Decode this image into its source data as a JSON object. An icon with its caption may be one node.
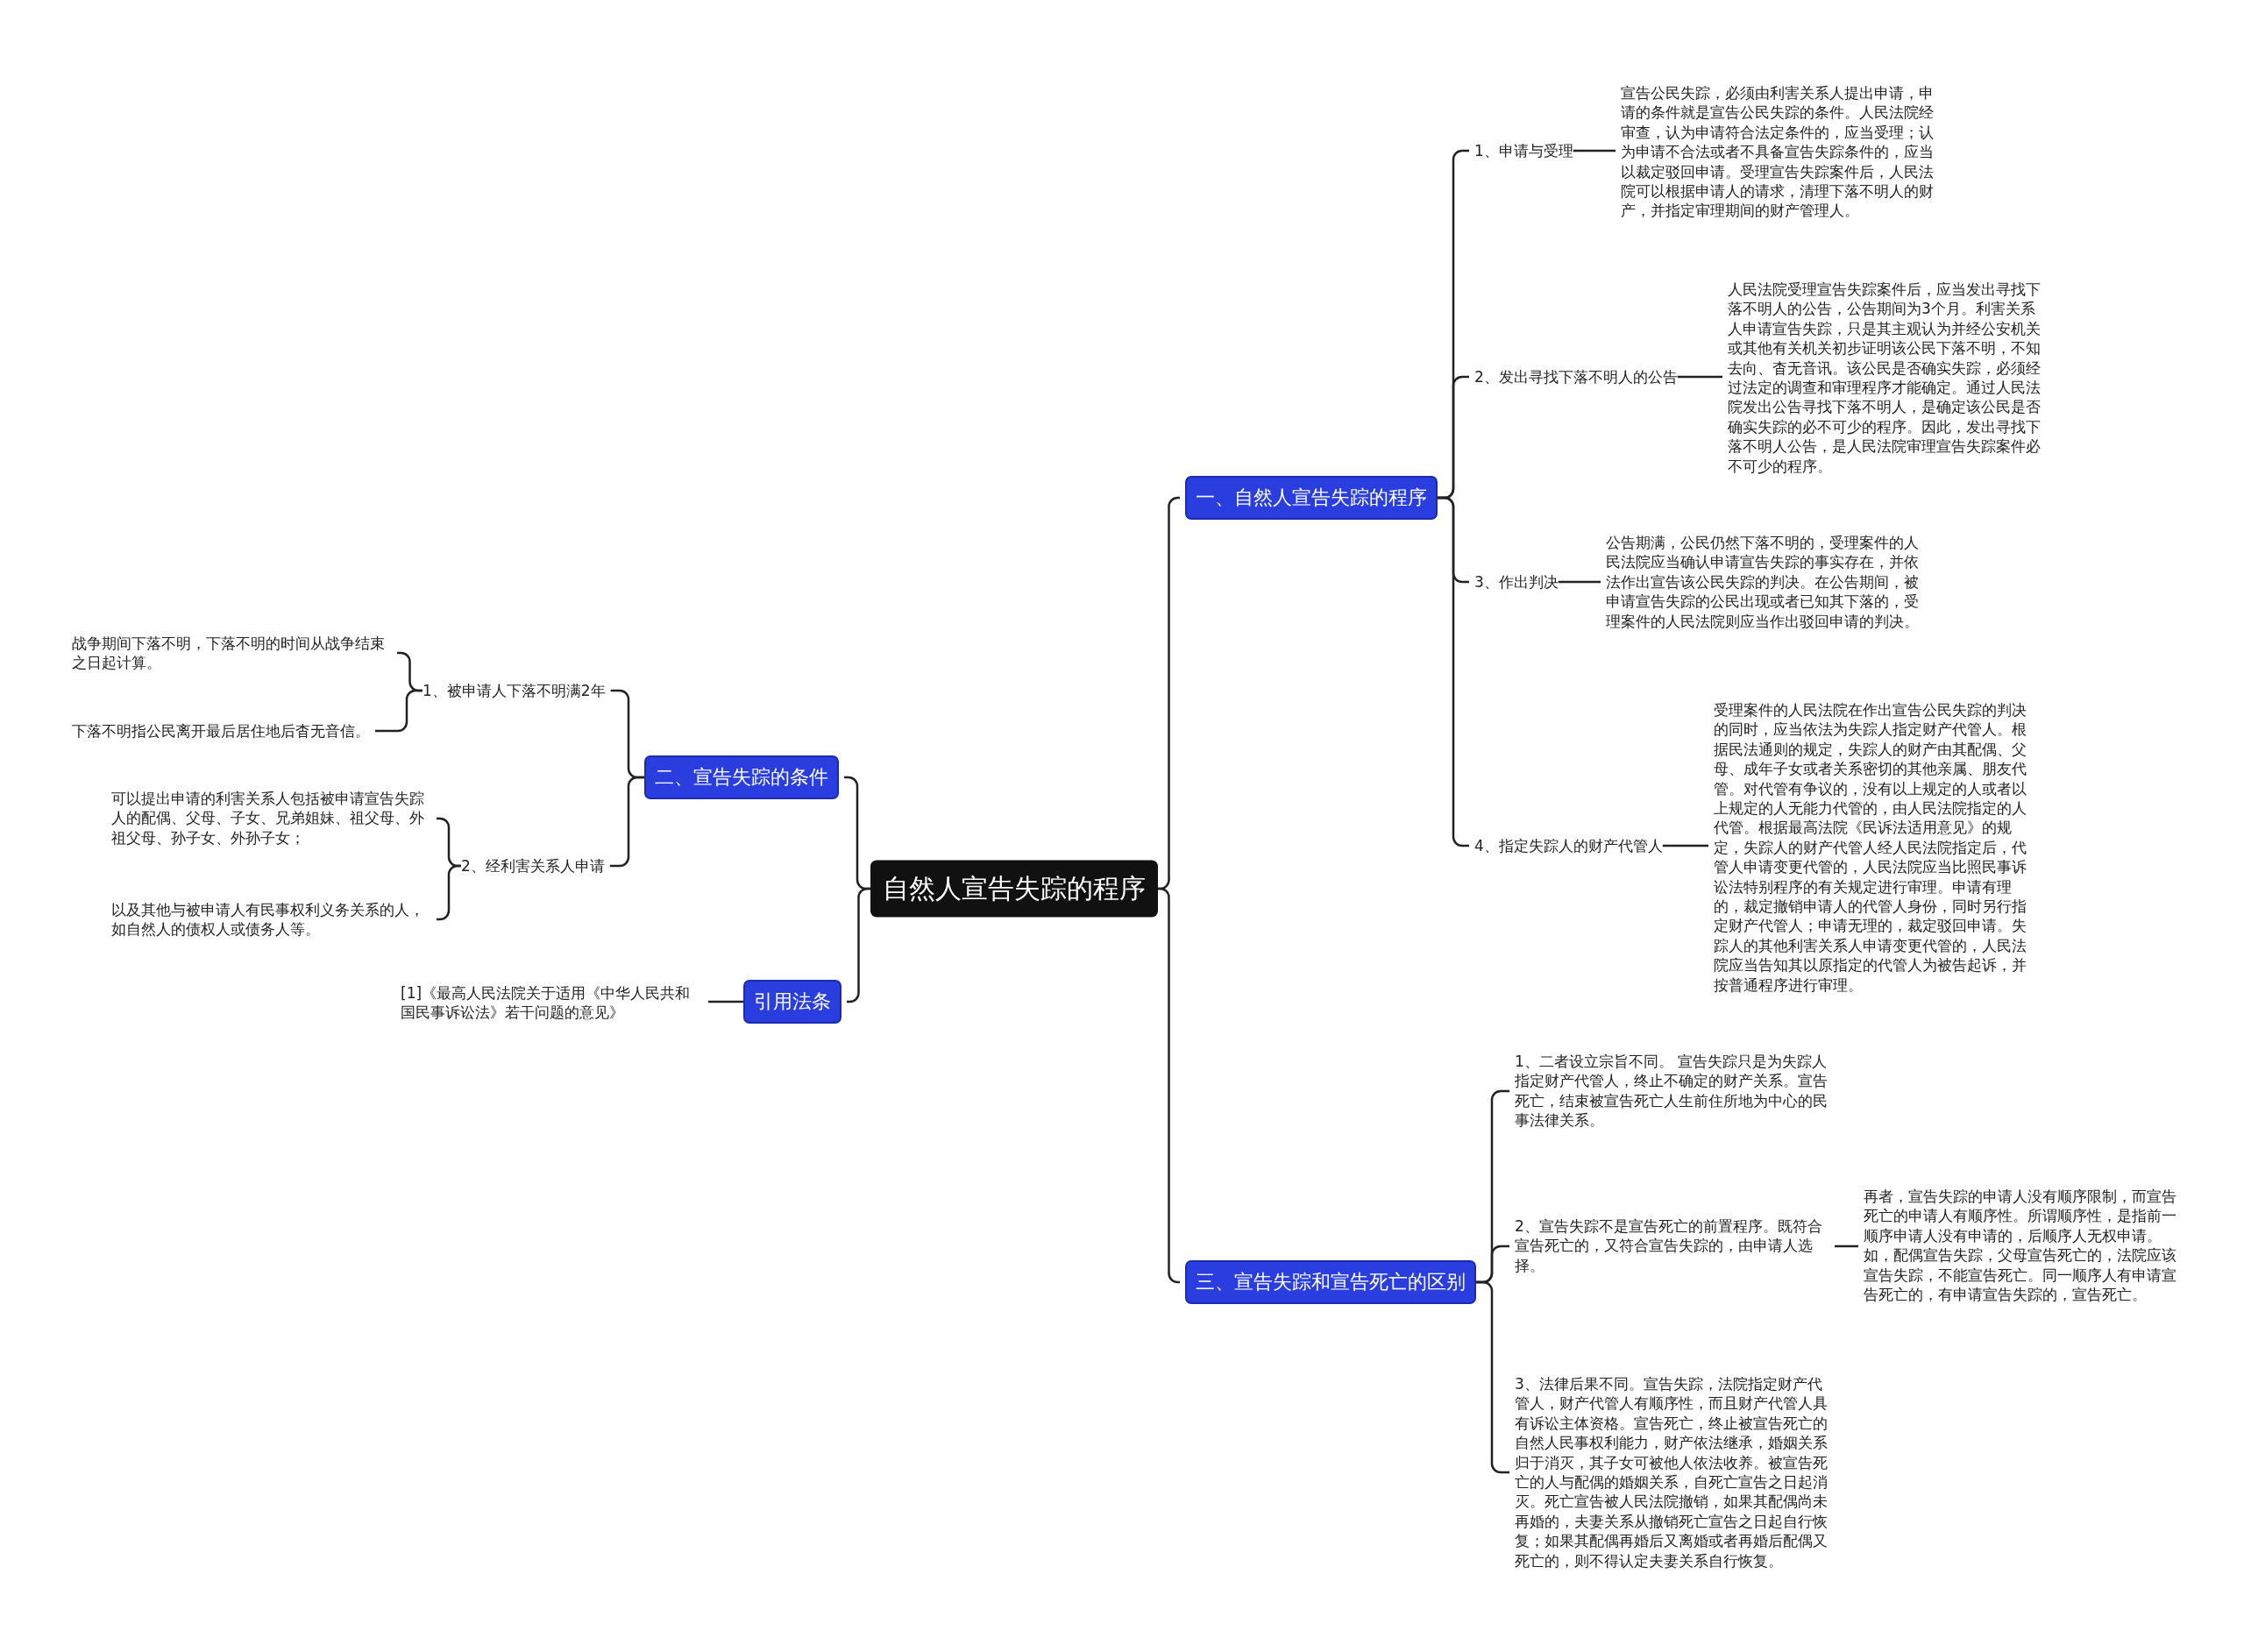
{
  "diagram": {
    "nodes": [
      {
        "text": [
          "自然人宣告失踪的程序"
        ]
      },
      {
        "text": [
          "一、自然人宣告失踪的程序"
        ]
      },
      {
        "text": [
          "1、申请与受理"
        ]
      },
      {
        "text": [
          "宣告公民失踪，必须由利害关系人提出申请，申请的条件就是宣告公民失踪的条件。人民法院经审查，认为申请符合法定条件的，应当受理；认为申请不合法或者不具备宣告失踪条件的，应当以裁定驳回申请。受理宣告失踪案件后，人民法院可以根据申请人的请求，清理下落不明人的财产，并指定审理期间的财产管理人。"
        ]
      },
      {
        "text": [
          "2、发出寻找下落不明人的公告"
        ]
      },
      {
        "text": [
          "人民法院受理宣告失踪案件后，应当发出寻找下落不明人的公告，公告期间为3个月。利害关系人申请宣告失踪，只是其主观认为并经公安机关或其他有关机关初步证明该公民下落不明，不知去向、杳无音讯。该公民是否确实失踪，必须经过法定的调查和审理程序才能确定。通过人民法院发出公告寻找下落不明人，是确定该公民是否确实失踪的必不可少的程序。因此，发出寻找下落不明人公告，是人民法院审理宣告失踪案件必不可少的程序。"
        ]
      },
      {
        "text": [
          "3、作出判决"
        ]
      },
      {
        "text": [
          "公告期满，公民仍然下落不明的，受理案件的人民法院应当确认申请宣告失踪的事实存在，并依法作出宣告该公民失踪的判决。在公告期间，被申请宣告失踪的公民出现或者已知其下落的，受理案件的人民法院则应当作出驳回申请的判决。"
        ]
      },
      {
        "text": [
          "4、指定失踪人的财产代管人"
        ]
      },
      {
        "text": [
          "受理案件的人民法院在作出宣告公民失踪的判决的同时，应当依法为失踪人指定财产代管人。根据民法通则的规定，失踪人的财产由其配偶、父母、成年子女或者关系密切的其他亲属、朋友代管。对代管有争议的，没有以上规定的人或者以上规定的人无能力代管的，由人民法院指定的人代管。根据最高法院《民诉法适用意见》的规定，失踪人的财产代管人经人民法院指定后，代管人申请变更代管的，人民法院应当比照民事诉讼法特别程序的有关规定进行审理。申请有理的，裁定撤销申请人的代管人身份，同时另行指定财产代管人；申请无理的，裁定驳回申请。失踪人的其他利害关系人申请变更代管的，人民法院应当告知其以原指定的代管人为被告起诉，并按普通程序进行审理。"
        ]
      },
      {
        "text": [
          "三、宣告失踪和宣告死亡的区别"
        ]
      },
      {
        "text": [
          "1、二者设立宗旨不同。 宣告失踪只是为失踪人指定财产代管人，终止不确定的财产关系。宣告死亡，结束被宣告死亡人生前住所地为中心的民事法律关系。"
        ]
      },
      {
        "text": [
          "2、宣告失踪不是宣告死亡的前置程序。既符合宣告死亡的，又符合宣告失踪的，由申请人选择。"
        ]
      },
      {
        "text": [
          "再者，宣告失踪的申请人没有顺序限制，而宣告死亡的申请人有顺序性。所谓顺序性，是指前一顺序申请人没有申请的，后顺序人无权申请。如，配偶宣告失踪，父母宣告死亡的，法院应该宣告失踪，不能宣告死亡。同一顺序人有申请宣告死亡的，有申请宣告失踪的，宣告死亡。"
        ]
      },
      {
        "text": [
          "3、法律后果不同。宣告失踪，法院指定财产代管人，财产代管人有顺序性，而且财产代管人具有诉讼主体资格。宣告死亡，终止被宣告死亡的自然人民事权利能力，财产依法继承，婚姻关系归于消灭，其子女可被他人依法收养。被宣告死亡的人与配偶的婚姻关系，自死亡宣告之日起消灭。死亡宣告被人民法院撤销，如果其配偶尚未再婚的，夫妻关系从撤销死亡宣告之日起自行恢复；如果其配偶再婚后又离婚或者再婚后配偶又死亡的，则不得认定夫妻关系自行恢复。"
        ]
      },
      {
        "text": [
          "二、宣告失踪的条件"
        ]
      },
      {
        "text": [
          "1、被申请人下落不明满2年"
        ]
      },
      {
        "text": [
          "战争期间下落不明，下落不明的时间从战争结束之日起计算。"
        ]
      },
      {
        "text": [
          "下落不明指公民离开最后居住地后杳无音信。"
        ]
      },
      {
        "text": [
          "2、经利害关系人申请"
        ]
      },
      {
        "text": [
          "可以提出申请的利害关系人包括被申请宣告失踪人的配偶、父母、子女、兄弟姐妹、祖父母、外祖父母、孙子女、外孙子女；"
        ]
      },
      {
        "text": [
          "以及其他与被申请人有民事权利义务关系的人，如自然人的债权人或债务人等。"
        ]
      },
      {
        "text": [
          "引用法条"
        ]
      },
      {
        "text": [
          "[1]《最高人民法院关于适用《中华人民共和国民事诉讼法》若干问题的意见》"
        ]
      }
    ],
    "edges": [
      {
        "from": 0,
        "to": 1,
        "arrow": "none"
      },
      {
        "from": 0,
        "to": 10,
        "arrow": "none"
      },
      {
        "from": 0,
        "to": 15,
        "arrow": "none"
      },
      {
        "from": 0,
        "to": 22,
        "arrow": "none"
      },
      {
        "from": 1,
        "to": 2,
        "arrow": "none"
      },
      {
        "from": 1,
        "to": 4,
        "arrow": "none"
      },
      {
        "from": 1,
        "to": 6,
        "arrow": "none"
      },
      {
        "from": 1,
        "to": 8,
        "arrow": "none"
      },
      {
        "from": 2,
        "to": 3,
        "arrow": "none"
      },
      {
        "from": 4,
        "to": 5,
        "arrow": "none"
      },
      {
        "from": 6,
        "to": 7,
        "arrow": "none"
      },
      {
        "from": 8,
        "to": 9,
        "arrow": "none"
      },
      {
        "from": 10,
        "to": 11,
        "arrow": "none"
      },
      {
        "from": 10,
        "to": 12,
        "arrow": "none"
      },
      {
        "from": 10,
        "to": 14,
        "arrow": "none"
      },
      {
        "from": 12,
        "to": 13,
        "arrow": "none"
      },
      {
        "from": 15,
        "to": 16,
        "arrow": "none"
      },
      {
        "from": 15,
        "to": 19,
        "arrow": "none"
      },
      {
        "from": 16,
        "to": 17,
        "arrow": "none"
      },
      {
        "from": 16,
        "to": 18,
        "arrow": "none"
      },
      {
        "from": 19,
        "to": 20,
        "arrow": "none"
      },
      {
        "from": 19,
        "to": 21,
        "arrow": "none"
      },
      {
        "from": 22,
        "to": 23,
        "arrow": "none"
      }
    ]
  }
}
